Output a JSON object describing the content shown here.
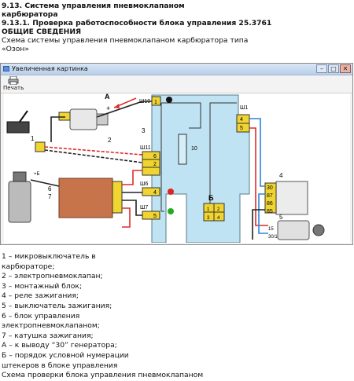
{
  "header": {
    "line1": "9.13. Система управления пневмоклапаном",
    "line2": "карбюратора",
    "line3": "9.13.1. Проверка работоспособности блока управления 25.3761",
    "line4": "ОБЩИЕ СВЕДЕНИЯ",
    "line5": "Схема системы управления пневмоклапаном карбюратора типа",
    "line6": "«Озон»"
  },
  "window": {
    "title": "Увеличенная картинка",
    "print_label": "Печать",
    "min_glyph": "–",
    "max_glyph": "□",
    "close_glyph": "✕"
  },
  "diagram": {
    "w10": "Ш10",
    "w11": "Ш11",
    "w6": "Ш6",
    "w7": "Ш7",
    "w1": "Ш1",
    "A": "А",
    "B": "Б",
    "plus": "+",
    "n1": "1",
    "n2": "2",
    "n3": "3",
    "n4": "4",
    "n5": "5",
    "n6": "6",
    "n7": "7",
    "n10": "10",
    "p30": "30",
    "p87": "87",
    "p86": "86",
    "p85": "85",
    "p15": "15",
    "p301": "30/1",
    "coil_plus": "+Б",
    "pin_w10": "1",
    "pin_w11_6": "6",
    "pin_w11_2": "2",
    "pin_w6": "4",
    "pin_w7": "5",
    "pin_w1_4": "4",
    "pin_w1_5": "5",
    "b_1": "1",
    "b_2": "2",
    "b_3": "3",
    "b_4": "4"
  },
  "legend": [
    "1 – микровыключатель в",
    "карбюраторе;",
    "2 – электропневмоклапан;",
    "3 – монтажный блок;",
    "4 – реле зажигания;",
    "5 – выключатель зажигания;",
    "6 – блок управления",
    "электропневмоклапаном;",
    "7 – катушка зажигания;",
    "А – к выводу “30” генератора;",
    "Б – порядок условной нумерации",
    "штекеров в блоке управления",
    "Схема проверки блока управления пневмоклапаном"
  ],
  "colors": {
    "block_fill": "#bfe3f2",
    "connector": "#f0d430",
    "wire_red": "#e12a2a",
    "wire_blue": "#2a86d6",
    "wire_dark": "#222222"
  }
}
